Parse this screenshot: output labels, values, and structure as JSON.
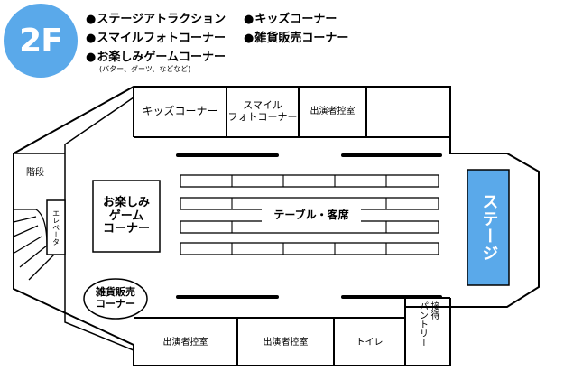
{
  "floor_label": "2F",
  "legend": {
    "items": [
      "ステージアトラクション",
      "キッズコーナー",
      "スマイルフォトコーナー",
      "雑貨販売コーナー",
      "お楽しみゲームコーナー"
    ],
    "note": "(バター、ダーツ、などなど)"
  },
  "rooms": {
    "kids_corner": "キッズコーナー",
    "smile_photo_line1": "スマイル",
    "smile_photo_line2": "フォトコーナー",
    "green_room_top": "出演者控室",
    "stairs": "階段",
    "elevator": "エレベータ",
    "game_corner_line1": "お楽しみ",
    "game_corner_line2": "ゲーム",
    "game_corner_line3": "コーナー",
    "tables": "テーブル・客席",
    "goods_line1": "雑貨販売",
    "goods_line2": "コーナー",
    "stage": "ステージ",
    "green_room_bottom_1": "出演者控室",
    "green_room_bottom_2": "出演者控室",
    "toilet": "トイレ",
    "pantry_col1": "接待",
    "pantry_col2": "パントリー"
  },
  "colors": {
    "badge": "#5aa9ea",
    "stage": "#5aa9ea",
    "line": "#000000",
    "background": "#ffffff"
  }
}
